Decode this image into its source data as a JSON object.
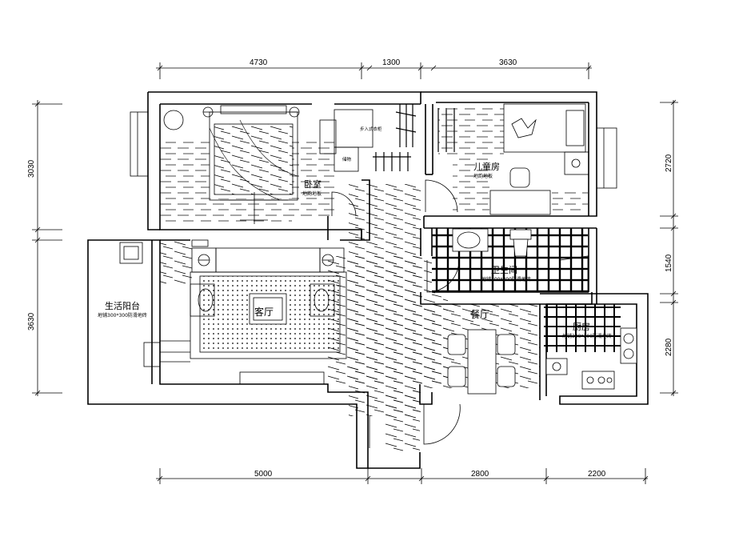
{
  "dimensions": {
    "top": [
      "4730",
      "1300",
      "3630"
    ],
    "bottom": [
      "5000",
      "2800",
      "2200"
    ],
    "left": [
      "3030",
      "3630"
    ],
    "right": [
      "2720",
      "1540",
      "2280"
    ]
  },
  "rooms": {
    "bedroom": {
      "name": "卧室",
      "note": "地韵地板"
    },
    "kids_room": {
      "name": "儿童房",
      "note": "地韵地板"
    },
    "bathroom": {
      "name": "卫生间",
      "note": "地铺300*300防滑地砖"
    },
    "living": {
      "name": "客厅"
    },
    "dining": {
      "name": "餐厅"
    },
    "kitchen": {
      "name": "厨房",
      "note": "地铺300*300防滑地砖"
    },
    "balcony": {
      "name": "生活阳台",
      "note": "地铺300*300防滑地砖"
    }
  },
  "labels": {
    "walkin_closet": "步入式衣柜",
    "storage": "储物"
  }
}
